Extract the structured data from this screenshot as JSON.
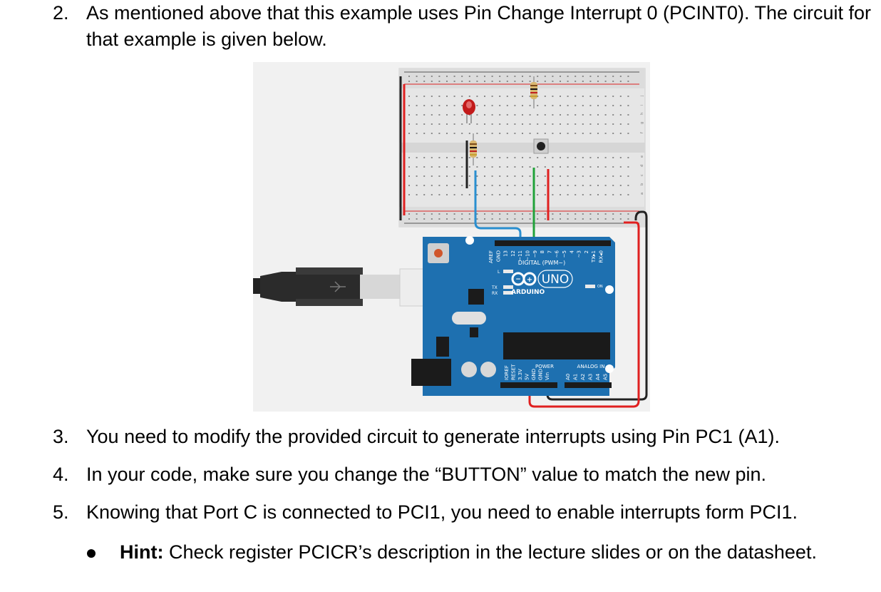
{
  "items": [
    {
      "number": "2.",
      "text": "As mentioned above that this example uses Pin Change Interrupt 0 (PCINT0). The circuit for that example is given below."
    },
    {
      "number": "3.",
      "text": "You need to modify the provided circuit to generate interrupts using Pin PC1 (A1)."
    },
    {
      "number": "4.",
      "text": "In your code, make sure you change the “BUTTON” value to match the new pin."
    },
    {
      "number": "5.",
      "text": "Knowing that Port C is connected to PCI1, you need to enable interrupts form PCI1."
    }
  ],
  "hint": {
    "label": "Hint:",
    "text": " Check register PCICR’s description in the lecture slides or on the datasheet."
  },
  "figure": {
    "board": {
      "digital_label": "DIGITAL (PWM~)",
      "uno_label": "UNO",
      "brand_label": "ARDUINO",
      "power_label": "POWER",
      "analog_label": "ANALOG IN",
      "on_label": "ON",
      "tx_label": "TX",
      "rx_label": "RX",
      "l_label": "L",
      "digital_pins": [
        "AREF",
        "GND",
        "13",
        "12",
        "~11",
        "~10",
        "~9",
        "8",
        "7",
        "~6",
        "~5",
        "4",
        "~3",
        "2",
        "TX▸1",
        "RX◂0"
      ],
      "power_pins": [
        "IOREF",
        "RESET",
        "3.3V",
        "5V",
        "GND",
        "GND",
        "Vin"
      ],
      "analog_pins": [
        "A0",
        "A1",
        "A2",
        "A3",
        "A4",
        "A5"
      ]
    },
    "breadboard": {
      "row_letters": [
        "j",
        "i",
        "h",
        "g",
        "f",
        "e",
        "d",
        "c",
        "b",
        "a"
      ]
    },
    "colors": {
      "board": "#1e70b0",
      "wire_red": "#e02020",
      "wire_black": "#222222",
      "wire_blue": "#2a8fd0",
      "wire_green": "#21a23a",
      "led": "#c21a1a"
    }
  }
}
